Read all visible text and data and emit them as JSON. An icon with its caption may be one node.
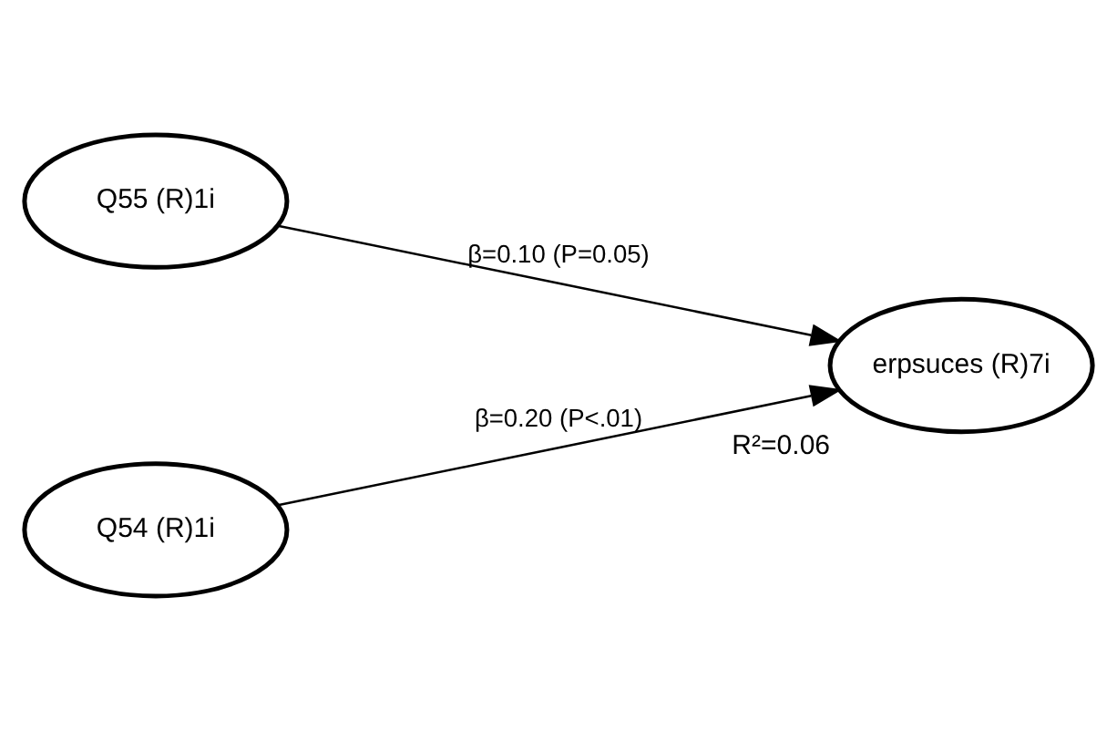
{
  "diagram": {
    "nodes": [
      {
        "text": [
          "Q55 (R)1i"
        ]
      },
      {
        "text": [
          "Q54 (R)1i"
        ]
      },
      {
        "text": [
          "erpsuces (R)7i"
        ],
        "beside": [
          "R²=0.06"
        ]
      }
    ],
    "edges": [
      {
        "from": 0,
        "to": 2,
        "arrow": "to",
        "label": "β=0.10 (P=0.05)"
      },
      {
        "from": 1,
        "to": 2,
        "arrow": "to",
        "label": "β=0.20 (P<.01)"
      }
    ]
  }
}
